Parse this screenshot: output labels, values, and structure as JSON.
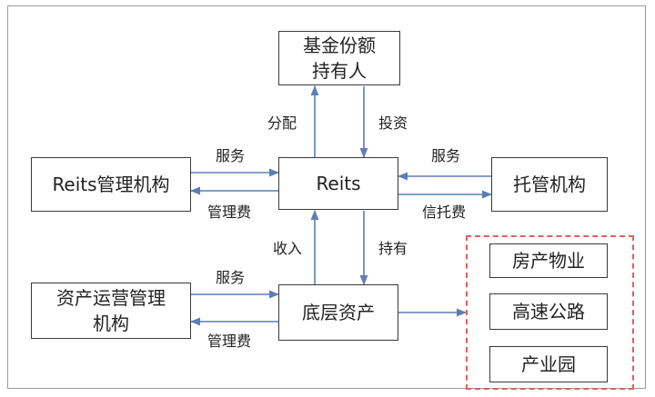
{
  "nodes": {
    "fund_holders": [
      "基金份额",
      "持有人"
    ],
    "reits": "Reits",
    "reits_manager": "Reits管理机构",
    "custodian": "托管机构",
    "asset_operator": [
      "资产运营管理",
      "机构"
    ],
    "underlying_assets": "底层资产"
  },
  "edges": {
    "distribution": "分配",
    "investment": "投资",
    "service_left": "服务",
    "mgmt_fee_left": "管理费",
    "service_right": "服务",
    "trust_fee": "信托费",
    "income": "收入",
    "holding": "持有",
    "service_bottom": "服务",
    "mgmt_fee_bottom": "管理费"
  },
  "asset_types": [
    "房产物业",
    "高速公路",
    "产业园"
  ],
  "colors": {
    "box_border": "#3a3a3a",
    "arrow": "#5b7fb5",
    "dashed_border": "#e06060"
  }
}
